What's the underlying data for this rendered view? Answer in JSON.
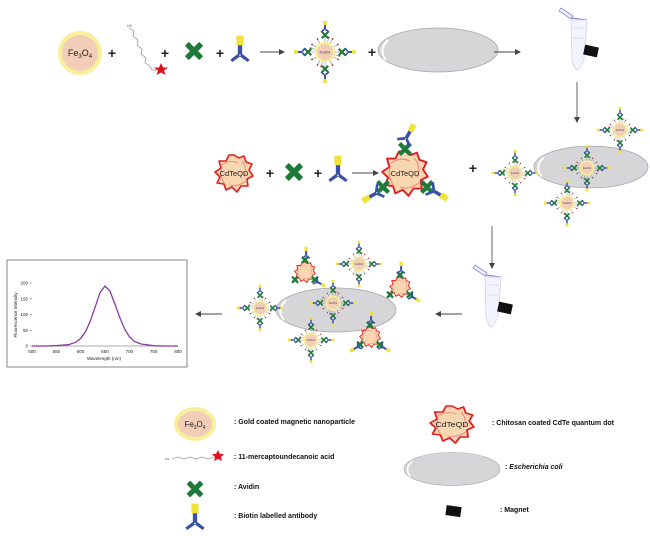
{
  "diagram": {
    "title": "Detection scheme for Escherichia coli using gold coated magnetic nanoparticles and CdTe quantum dots",
    "components": {
      "fe3o4": {
        "label_main": "Fe",
        "sub1": "3",
        "mid": "O",
        "sub2": "4"
      },
      "cdteqd": {
        "label": "CdTeQD"
      },
      "hs": {
        "label": "HS"
      }
    },
    "operators": {
      "plus": "+"
    },
    "colors": {
      "np_core": "#f2cdb8",
      "np_shell": "#f7ef9a",
      "avidin": "#1f7a3a",
      "antibody": "#3a50a8",
      "biotin": "#f0e23a",
      "star": "#e01020",
      "ecoli": "#d6d6d8",
      "qd_ribbon": "#e02020",
      "magnet": "#111111",
      "curve": "#8a3aa0",
      "arrow": "#555555"
    }
  },
  "legend": {
    "items": [
      {
        "key": "fe3o4",
        "text": ": Gold coated magnetic nanoparticle"
      },
      {
        "key": "mua",
        "text": ": 11-mercaptoundecanoic acid"
      },
      {
        "key": "avidin",
        "text": ": Avidin"
      },
      {
        "key": "antibody",
        "text": ": Biotin labelled antibody"
      },
      {
        "key": "cdteqd",
        "text": ": Chitosan coated CdTe quantum dot"
      },
      {
        "key": "ecoli",
        "prefix": ": ",
        "italic": "Escherichia coli"
      },
      {
        "key": "magnet",
        "text": ": Magnet"
      }
    ]
  },
  "chart_data": {
    "type": "line",
    "title": "",
    "xlabel": "Wavelength (nm)",
    "ylabel": "Fluorescence Intensity",
    "xlim": [
      500,
      800
    ],
    "ylim": [
      0,
      200
    ],
    "xticks": [
      500,
      550,
      600,
      650,
      700,
      750,
      800
    ],
    "yticks": [
      0,
      50,
      100,
      150,
      200
    ],
    "grid": false,
    "series": [
      {
        "name": "fluorescence",
        "x": [
          500,
          525,
          550,
          575,
          590,
          600,
          610,
          620,
          630,
          640,
          650,
          660,
          670,
          680,
          690,
          700,
          710,
          725,
          750,
          775,
          800
        ],
        "y": [
          0,
          0,
          1,
          4,
          12,
          24,
          45,
          80,
          125,
          170,
          190,
          175,
          135,
          92,
          55,
          30,
          15,
          6,
          1,
          0,
          0
        ]
      }
    ]
  }
}
